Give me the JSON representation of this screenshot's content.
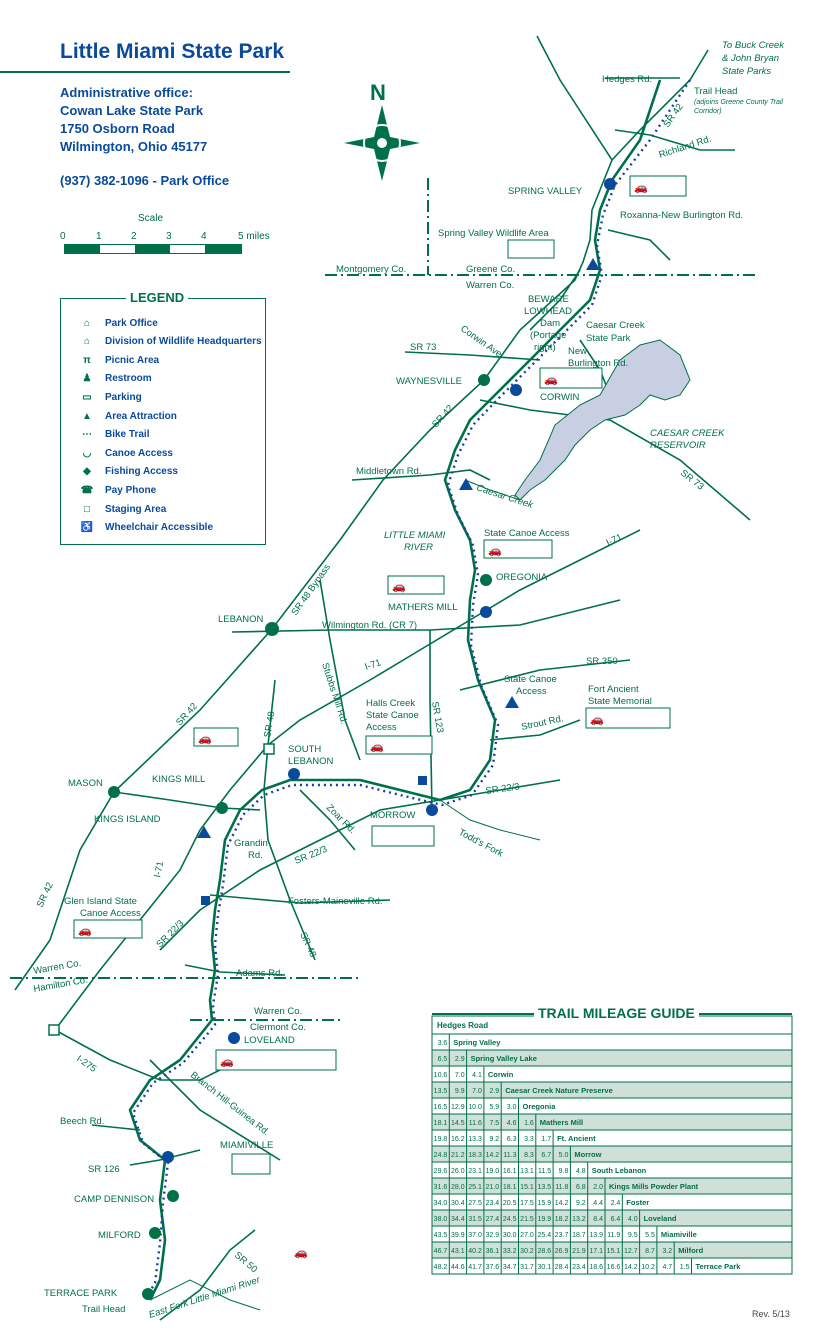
{
  "title": "Little Miami State Park",
  "office": {
    "heading": "Administrative office:",
    "line1": "Cowan Lake State Park",
    "line2": "1750 Osborn Road",
    "line3": "Wilmington, Ohio 45177",
    "phone": "(937) 382-1096 - Park Office"
  },
  "scale": {
    "label": "Scale",
    "ticks": [
      "0",
      "1",
      "2",
      "3",
      "4",
      "5 miles"
    ]
  },
  "compass": {
    "label": "N",
    "icon": "compass-rose-icon"
  },
  "legend": {
    "title": "LEGEND",
    "items": [
      {
        "icon": "park-office-icon",
        "label": "Park Office"
      },
      {
        "icon": "wildlife-hq-icon",
        "label": "Division of Wildlife Headquarters"
      },
      {
        "icon": "picnic-area-icon",
        "label": "Picnic Area"
      },
      {
        "icon": "restroom-icon",
        "label": "Restroom"
      },
      {
        "icon": "parking-icon",
        "label": "Parking"
      },
      {
        "icon": "area-attraction-icon",
        "label": "Area Attraction"
      },
      {
        "icon": "bike-trail-icon",
        "label": "Bike Trail"
      },
      {
        "icon": "canoe-access-icon",
        "label": "Canoe Access"
      },
      {
        "icon": "fishing-access-icon",
        "label": "Fishing Access"
      },
      {
        "icon": "pay-phone-icon",
        "label": "Pay Phone"
      },
      {
        "icon": "staging-area-icon",
        "label": "Staging Area"
      },
      {
        "icon": "wheelchair-accessible-icon",
        "label": "Wheelchair Accessible"
      }
    ]
  },
  "map_labels": {
    "buck_creek": "To Buck Creek",
    "john_bryan": "& John Bryan",
    "state_parks": "State Parks",
    "hedges_rd": "Hedges Rd.",
    "trail_head_north": "Trail Head",
    "trail_head_note1": "(adjoins Greene County Trail",
    "trail_head_note2": "Corridor)",
    "sr42_north": "SR 42",
    "richland_rd": "Richland Rd.",
    "spring_valley": "SPRING VALLEY",
    "roxanna": "Roxanna-New Burlington Rd.",
    "sv_wildlife": "Spring Valley Wildlife Area",
    "montgomery_co": "Montgomery Co.",
    "greene_co": "Greene Co.",
    "warren_co_north": "Warren Co.",
    "beware1": "BEWARE",
    "beware2": "LOWHEAD",
    "beware3": "Dam",
    "beware4": "(Portage",
    "beware5": "right)",
    "caesar_park1": "Caesar Creek",
    "caesar_park2": "State Park",
    "corwin_ave": "Corwin Ave.",
    "new_burlington1": "New",
    "new_burlington2": "Burlington Rd.",
    "sr73_west": "SR 73",
    "waynesville": "WAYNESVILLE",
    "corwin": "CORWIN",
    "sr42_mid": "SR 42",
    "reservoir1": "CAESAR CREEK",
    "reservoir2": "RESERVOIR",
    "sr73_east": "SR 73",
    "middletown_rd": "Middletown Rd.",
    "caesar_creek": "Caesar Creek",
    "state_canoe_access_north": "State Canoe Access",
    "little_miami1": "LITTLE MIAMI",
    "little_miami2": "RIVER",
    "i71_east": "I-71",
    "oregonia": "OREGONIA",
    "mathers_mill": "MATHERS MILL",
    "sr48_bypass": "SR 48 Bypass",
    "lebanon": "LEBANON",
    "wilmington_rd": "Wilmington Rd. (CR 7)",
    "sr350": "SR 350",
    "stubbs_mill": "Stubbs Mill Rd.",
    "i71_mid": "I-71",
    "state_canoe_access_south1": "State Canoe",
    "state_canoe_access_south2": "Access",
    "fort_ancient1": "Fort Ancient",
    "fort_ancient2": "State Memorial",
    "halls_creek1": "Halls Creek",
    "halls_creek2": "State Canoe",
    "halls_creek3": "Access",
    "sr123": "SR 123",
    "strout_rd": "Strout Rd.",
    "sr42_south": "SR 42",
    "sr48": "SR 48",
    "south_lebanon1": "SOUTH",
    "south_lebanon2": "LEBANON",
    "sr22_3_east": "SR 22/3",
    "mason": "MASON",
    "kings_mill": "KINGS MILL",
    "morrow": "MORROW",
    "kings_island": "KINGS ISLAND",
    "zoar_rd": "Zoar Rd.",
    "grandin_rd1": "Grandin",
    "grandin_rd2": "Rd.",
    "todds_fork": "Todd's Fork",
    "sr22_3_mid": "SR 22/3",
    "i71_south": "I-71",
    "sr42_far": "SR 42",
    "glen_island1": "Glen Island State",
    "glen_island2": "Canoe Access",
    "fosters_rd": "Fosters-Maineville Rd.",
    "sr22_3_west": "SR 22/3",
    "sr48_south": "SR 48",
    "warren_co_south": "Warren Co.",
    "hamilton_co": "Hamilton Co.",
    "adams_rd": "Adams Rd.",
    "warren_co_loveland": "Warren Co.",
    "clermont_co": "Clermont Co.",
    "loveland": "LOVELAND",
    "i275": "I-275",
    "branch_hill": "Branch Hill-Guinea Rd.",
    "beech_rd": "Beech Rd.",
    "miamiville": "MIAMIVILLE",
    "sr126": "SR 126",
    "camp_dennison": "CAMP DENNISON",
    "milford": "MILFORD",
    "sr50": "SR 50",
    "terrace_park": "TERRACE PARK",
    "trail_head_south": "Trail Head",
    "east_fork": "East Fork Little Miami River"
  },
  "mileage_guide": {
    "title": "TRAIL MILEAGE GUIDE",
    "header": "Hedges Road",
    "rows": [
      {
        "values": [
          "3.6"
        ],
        "name": "Spring Valley",
        "shaded": false
      },
      {
        "values": [
          "6.5",
          "2.9"
        ],
        "name": "Spring Valley Lake",
        "shaded": true
      },
      {
        "values": [
          "10.6",
          "7.0",
          "4.1"
        ],
        "name": "Corwin",
        "shaded": false
      },
      {
        "values": [
          "13.5",
          "9.9",
          "7.0",
          "2.9"
        ],
        "name": "Caesar Creek Nature Preserve",
        "shaded": true
      },
      {
        "values": [
          "16.5",
          "12.9",
          "10.0",
          "5.9",
          "3.0"
        ],
        "name": "Oregonia",
        "shaded": false
      },
      {
        "values": [
          "18.1",
          "14.5",
          "11.6",
          "7.5",
          "4.6",
          "1.6"
        ],
        "name": "Mathers Mill",
        "shaded": true
      },
      {
        "values": [
          "19.8",
          "16.2",
          "13.3",
          "9.2",
          "6.3",
          "3.3",
          "1.7"
        ],
        "name": "Ft. Ancient",
        "shaded": false
      },
      {
        "values": [
          "24.8",
          "21.2",
          "18.3",
          "14.2",
          "11.3",
          "8.3",
          "6.7",
          "5.0"
        ],
        "name": "Morrow",
        "shaded": true
      },
      {
        "values": [
          "29.6",
          "26.0",
          "23.1",
          "19.0",
          "16.1",
          "13.1",
          "11.5",
          "9.8",
          "4.8"
        ],
        "name": "South Lebanon",
        "shaded": false
      },
      {
        "values": [
          "31.6",
          "28.0",
          "25.1",
          "21.0",
          "18.1",
          "15.1",
          "13.5",
          "11.8",
          "6.8",
          "2.0"
        ],
        "name": "Kings Mills Powder Plant",
        "shaded": true
      },
      {
        "values": [
          "34.0",
          "30.4",
          "27.5",
          "23.4",
          "20.5",
          "17.5",
          "15.9",
          "14.2",
          "9.2",
          "4.4",
          "2.4"
        ],
        "name": "Foster",
        "shaded": false
      },
      {
        "values": [
          "38.0",
          "34.4",
          "31.5",
          "27.4",
          "24.5",
          "21.5",
          "19.9",
          "18.2",
          "13.2",
          "8.4",
          "6.4",
          "4.0"
        ],
        "name": "Loveland",
        "shaded": true
      },
      {
        "values": [
          "43.5",
          "39.9",
          "37.0",
          "32.9",
          "30.0",
          "27.0",
          "25.4",
          "23.7",
          "18.7",
          "13.9",
          "11.9",
          "9.5",
          "5.5"
        ],
        "name": "Miamiville",
        "shaded": false
      },
      {
        "values": [
          "46.7",
          "43.1",
          "40.2",
          "36.1",
          "33.2",
          "30.2",
          "28.6",
          "26.9",
          "21.9",
          "17.1",
          "15.1",
          "12.7",
          "8.7",
          "3.2"
        ],
        "name": "Milford",
        "shaded": true
      },
      {
        "values": [
          "48.2",
          "44.6",
          "41.7",
          "37.6",
          "34.7",
          "31.7",
          "30.1",
          "28.4",
          "23.4",
          "18.6",
          "16.6",
          "14.2",
          "10.2",
          "4.7",
          "1.5"
        ],
        "name": "Terrace Park",
        "shaded": false
      }
    ]
  },
  "revision": "Rev. 5/13",
  "colors": {
    "road": "#00704a",
    "river": "#00704a",
    "trail": "#1a3fa0",
    "reservoir": "#c9cfe3",
    "title": "#0a4a9a",
    "table_shade": "#cfe1d6"
  }
}
